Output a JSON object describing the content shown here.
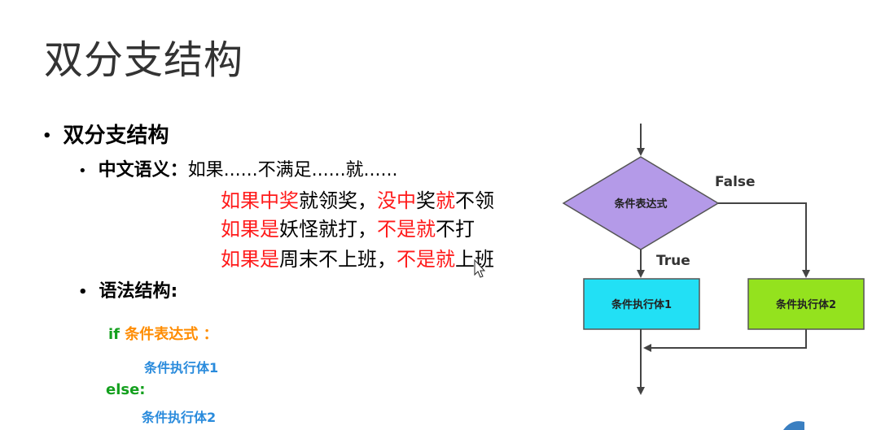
{
  "title": "双分支结构",
  "bullet1": "双分支结构",
  "semantics": {
    "label": "中文语义：",
    "value": "如果......不满足......就......"
  },
  "examples": [
    {
      "red1": "如果中奖",
      "black1": "就领奖，",
      "red2": "没中",
      "black2": "奖",
      "red3": "就",
      "black3": "不领"
    },
    {
      "red1": "如果是",
      "black1": "妖怪就打，",
      "red2": "不是就",
      "black2": "不打",
      "red3": "",
      "black3": ""
    },
    {
      "red1": "如果是",
      "black1": "周末不上班，",
      "red2": "不是就",
      "black2": "上班",
      "red3": "",
      "black3": ""
    }
  ],
  "syntax_label": "语法结构:",
  "code": {
    "if_kw": "if",
    "condition": "条件表达式",
    "colon": "：",
    "body1": "条件执行体1",
    "else_kw": "else:",
    "body2": "条件执行体2"
  },
  "flowchart": {
    "decision": "条件表达式",
    "false_label": "False",
    "true_label": "True",
    "box1": "条件执行体1",
    "box2": "条件执行体2",
    "colors": {
      "decision_fill": "#b49ae8",
      "box1_fill": "#22e0f5",
      "box2_fill": "#94e21e",
      "stroke": "#444444"
    }
  }
}
